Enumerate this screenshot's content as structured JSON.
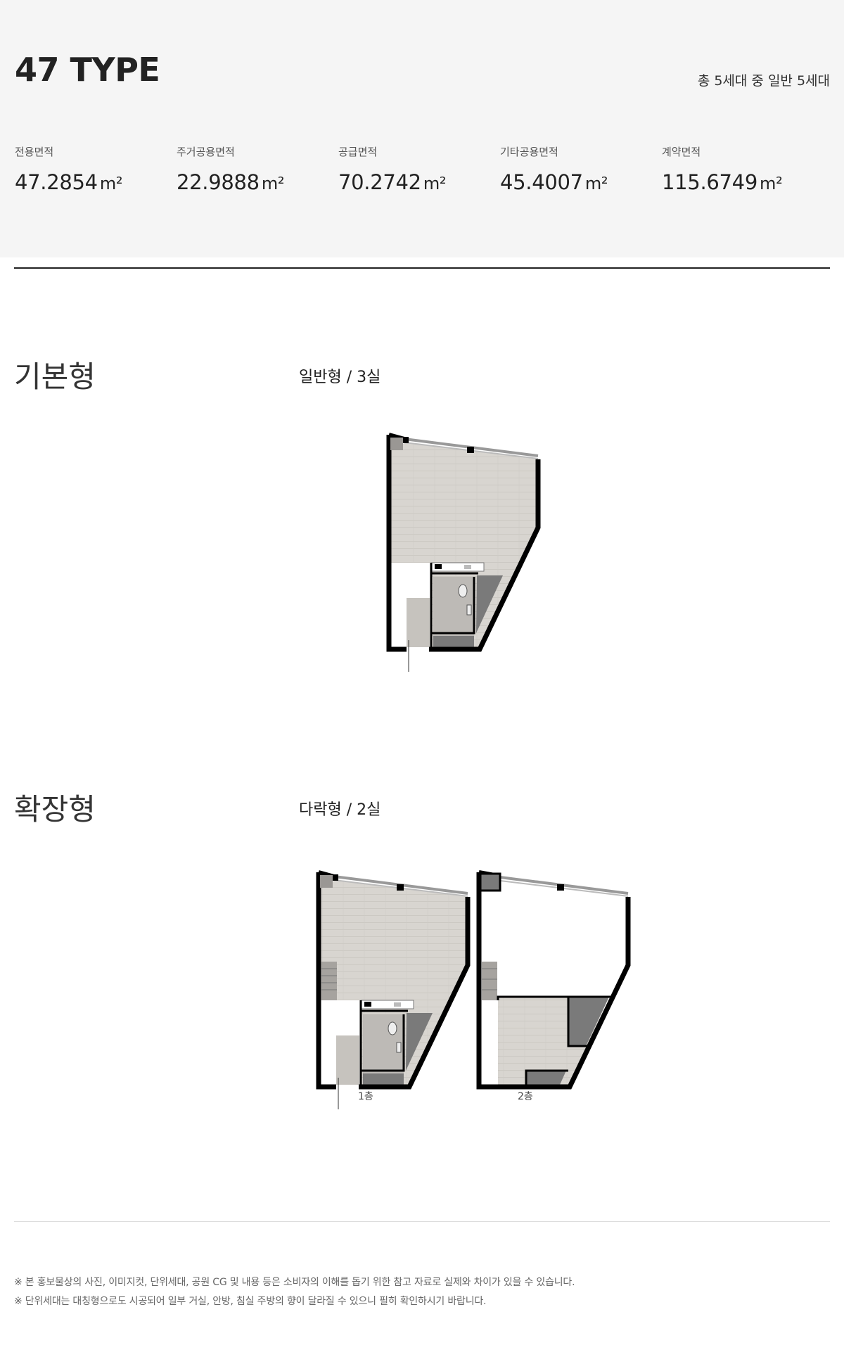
{
  "header": {
    "type_title": "47 TYPE",
    "units_note": "총 5세대 중 일반 5세대"
  },
  "areas": [
    {
      "label": "전용면적",
      "value": "47.2854",
      "unit": "m²"
    },
    {
      "label": "주거공용면적",
      "value": "22.9888",
      "unit": "m²"
    },
    {
      "label": "공급면적",
      "value": "70.2742",
      "unit": "m²"
    },
    {
      "label": "기타공용면적",
      "value": "45.4007",
      "unit": "m²"
    },
    {
      "label": "계약면적",
      "value": "115.6749",
      "unit": "m²"
    }
  ],
  "basic": {
    "title": "기본형",
    "caption": "일반형 / 3실"
  },
  "extended": {
    "title": "확장형",
    "caption": "다락형 / 2실",
    "floor1_label": "1층",
    "floor2_label": "2층"
  },
  "disclaimers": [
    "※ 본 홍보물상의 사진, 이미지컷, 단위세대, 공원 CG 및 내용 등은 소비자의 이해를 돕기 위한 참고 자료로 실제와 차이가 있을 수 있습니다.",
    "※ 단위세대는 대칭형으로도 시공되어 일부 거실, 안방, 침실 주방의 향이 달라질 수 있으니 필히 확인하시기 바랍니다."
  ],
  "colors": {
    "panel_bg": "#f5f5f5",
    "floor_fill": "#d8d5d0",
    "wall": "#000000",
    "bath_fill": "#bdbab6",
    "dark_fill": "#7a7a7a"
  }
}
